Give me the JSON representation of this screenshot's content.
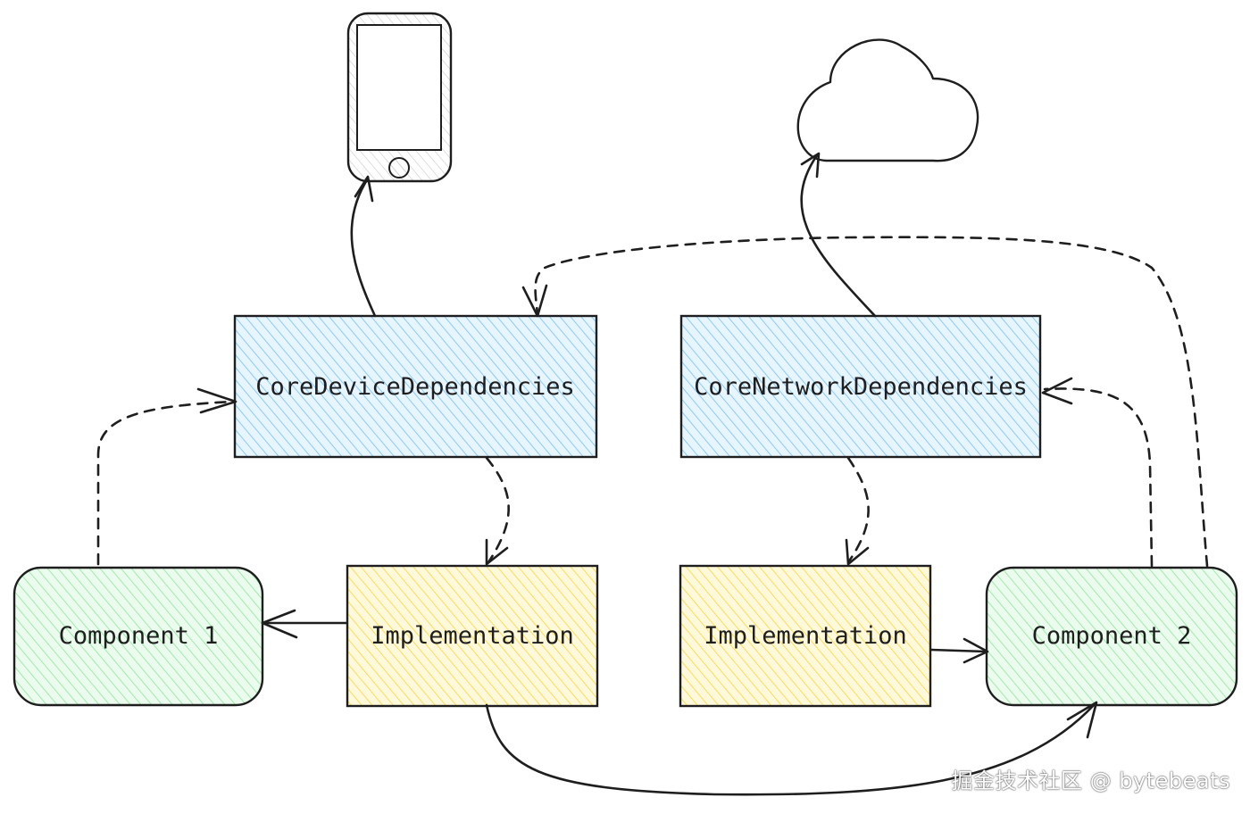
{
  "nodes": {
    "core_device": {
      "label": "CoreDeviceDependencies"
    },
    "core_network": {
      "label": "CoreNetworkDependencies"
    },
    "impl_left": {
      "label": "Implementation"
    },
    "impl_right": {
      "label": "Implementation"
    },
    "component_1": {
      "label": "Component 1"
    },
    "component_2": {
      "label": "Component 2"
    }
  },
  "icons": {
    "device": "smartphone-icon",
    "network": "cloud-icon"
  },
  "colors": {
    "core_fill": "#a5d8ff",
    "impl_fill": "#ffec99",
    "component_fill": "#b2f2bb",
    "stroke": "#1e1e1e"
  },
  "watermark": "掘金技术社区 @ bytebeats"
}
